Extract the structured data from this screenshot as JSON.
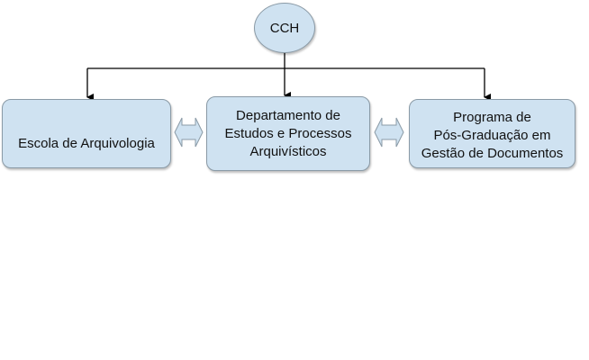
{
  "nodes": {
    "root": {
      "label": "CCH"
    },
    "left": {
      "lines": [
        "Escola de Arquivologia"
      ]
    },
    "center": {
      "lines": [
        "Departamento de",
        "Estudos e Processos",
        "Arquivísticos"
      ]
    },
    "right": {
      "lines": [
        "Programa de",
        "Pós-Graduação em",
        "Gestão de Documentos"
      ]
    }
  },
  "colors": {
    "node_fill": "#cfe2f1",
    "node_border": "#8a9aa6",
    "connector": "#000000"
  }
}
